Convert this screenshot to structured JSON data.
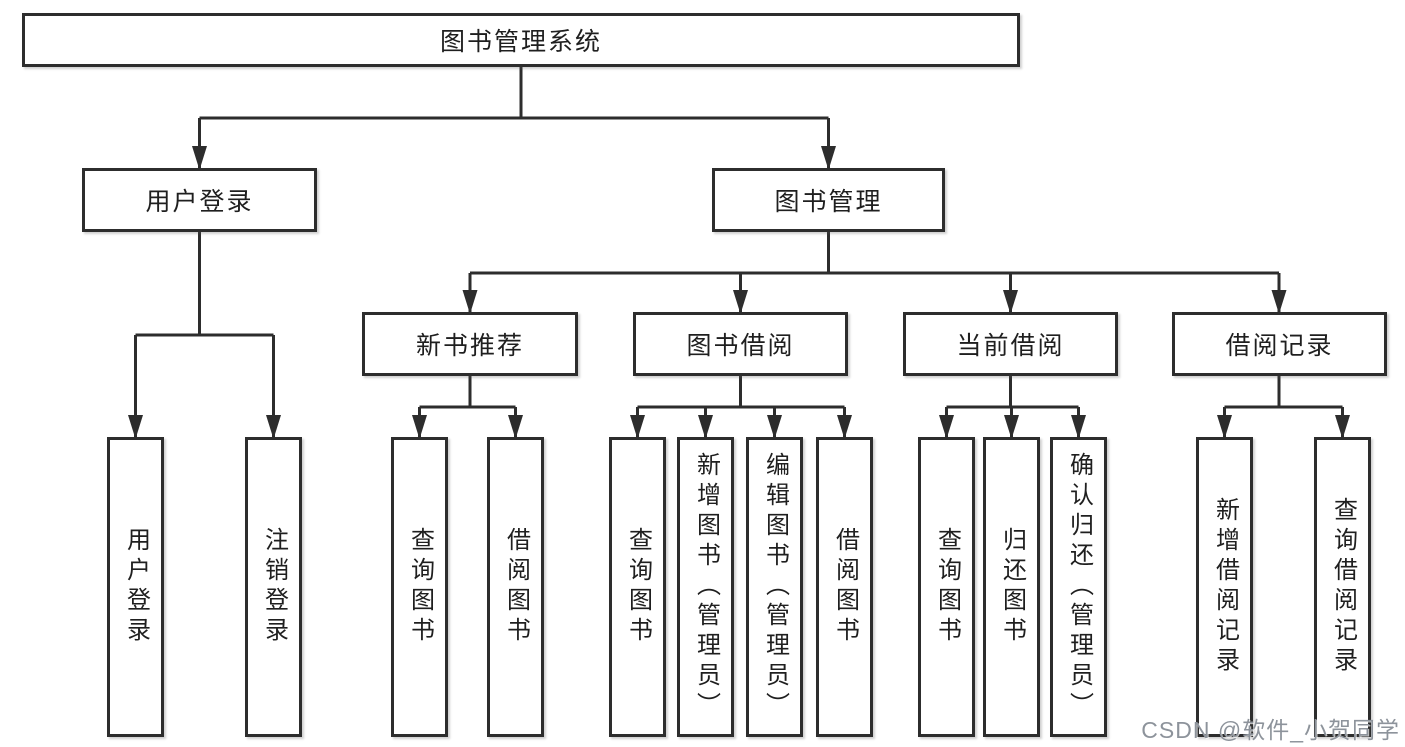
{
  "diagram": {
    "root": {
      "label": "图书管理系统"
    },
    "level2": [
      {
        "label": "用户登录",
        "parent": "图书管理系统"
      },
      {
        "label": "图书管理",
        "parent": "图书管理系统"
      }
    ],
    "level3": [
      {
        "label": "新书推荐",
        "parent": "图书管理"
      },
      {
        "label": "图书借阅",
        "parent": "图书管理"
      },
      {
        "label": "当前借阅",
        "parent": "图书管理"
      },
      {
        "label": "借阅记录",
        "parent": "图书管理"
      }
    ],
    "leaves": [
      {
        "label": "用户登录",
        "parent": "用户登录"
      },
      {
        "label": "注销登录",
        "parent": "用户登录"
      },
      {
        "label": "查询图书",
        "parent": "新书推荐"
      },
      {
        "label": "借阅图书",
        "parent": "新书推荐"
      },
      {
        "label": "查询图书",
        "parent": "图书借阅"
      },
      {
        "label": "新增图书（管理员）",
        "parent": "图书借阅"
      },
      {
        "label": "编辑图书（管理员）",
        "parent": "图书借阅"
      },
      {
        "label": "借阅图书",
        "parent": "图书借阅"
      },
      {
        "label": "查询图书",
        "parent": "当前借阅"
      },
      {
        "label": "归还图书",
        "parent": "当前借阅"
      },
      {
        "label": "确认归还（管理员）",
        "parent": "当前借阅"
      },
      {
        "label": "新增借阅记录",
        "parent": "借阅记录"
      },
      {
        "label": "查询借阅记录",
        "parent": "借阅记录"
      }
    ],
    "colors": {
      "line": "#2d2d2d",
      "text": "#1f1f1f",
      "box_background": "#ffffff",
      "page_background": "#ffffff",
      "watermark": "#8d939b"
    }
  },
  "watermark": {
    "label": "CSDN @软件_小贺同学"
  }
}
